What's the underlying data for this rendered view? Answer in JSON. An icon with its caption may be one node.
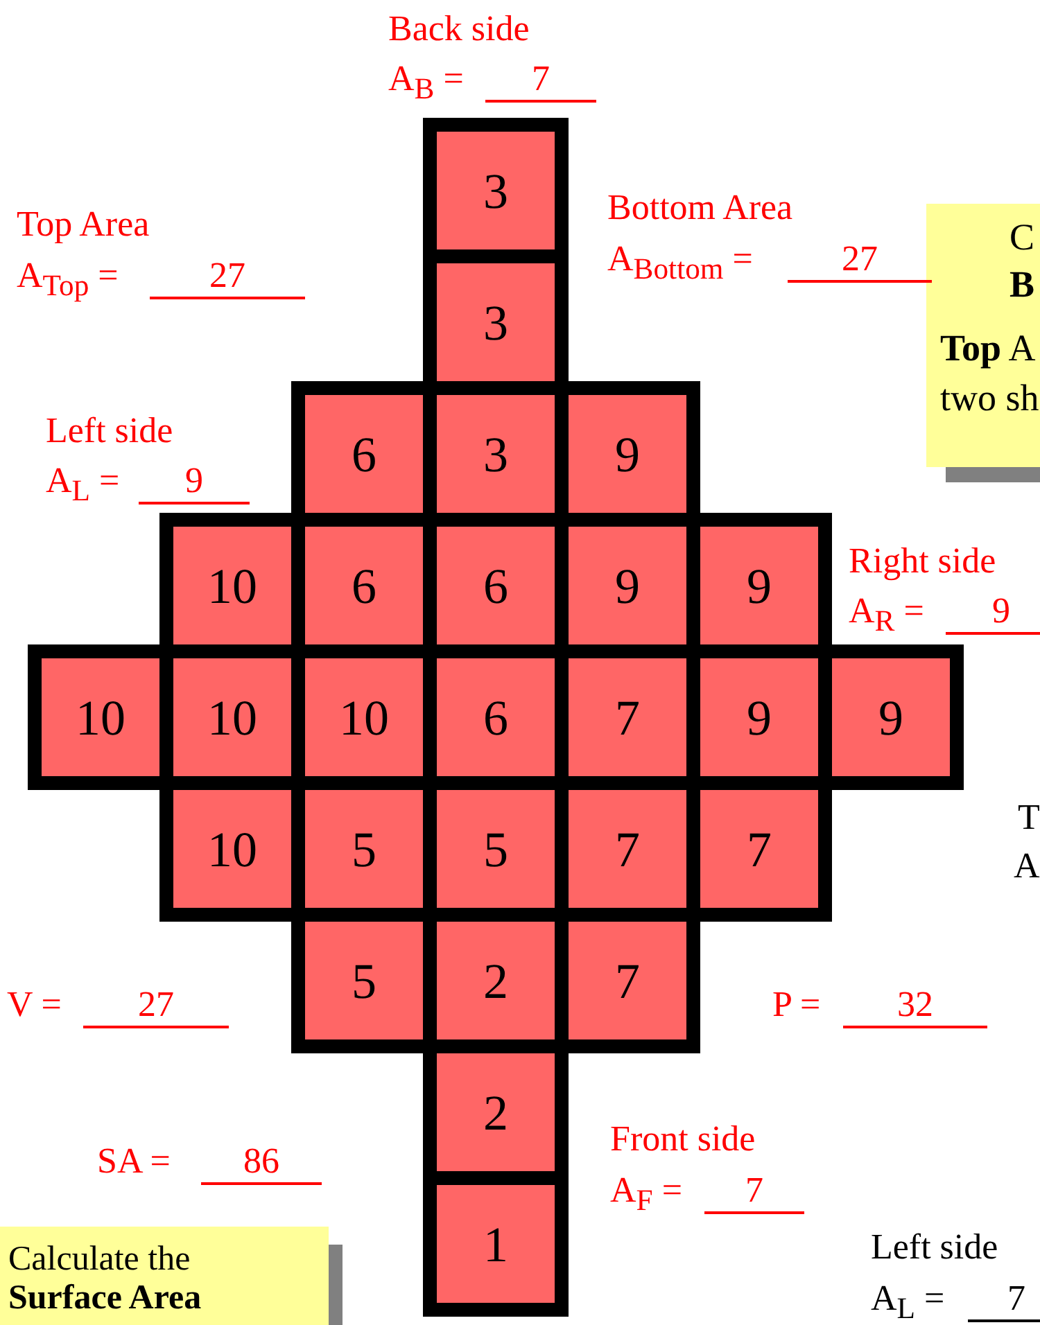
{
  "diagram": {
    "nodes": [
      {
        "text": [
          "3"
        ]
      },
      {
        "text": [
          "3"
        ]
      },
      {
        "text": [
          "6"
        ]
      },
      {
        "text": [
          "3"
        ]
      },
      {
        "text": [
          "9"
        ]
      },
      {
        "text": [
          "10"
        ]
      },
      {
        "text": [
          "6"
        ]
      },
      {
        "text": [
          "6"
        ]
      },
      {
        "text": [
          "9"
        ]
      },
      {
        "text": [
          "9"
        ]
      },
      {
        "text": [
          "10"
        ]
      },
      {
        "text": [
          "10"
        ]
      },
      {
        "text": [
          "10"
        ]
      },
      {
        "text": [
          "6"
        ]
      },
      {
        "text": [
          "7"
        ]
      },
      {
        "text": [
          "9"
        ]
      },
      {
        "text": [
          "9"
        ]
      },
      {
        "text": [
          "10"
        ]
      },
      {
        "text": [
          "5"
        ]
      },
      {
        "text": [
          "5"
        ]
      },
      {
        "text": [
          "7"
        ]
      },
      {
        "text": [
          "7"
        ]
      },
      {
        "text": [
          "5"
        ]
      },
      {
        "text": [
          "2"
        ]
      },
      {
        "text": [
          "7"
        ]
      },
      {
        "text": [
          "2"
        ]
      },
      {
        "text": [
          "1"
        ]
      },
      {
        "text": [
          "C",
          "**B**",
          "**Top** A",
          "two sh"
        ]
      },
      {
        "text": [
          "Calculate the **Surface Area**"
        ]
      }
    ],
    "labels": [
      "Back side",
      "A$_{B}$ =",
      "7",
      "Top Area",
      "A$_{Top}$ =",
      "27",
      "Bottom Area",
      "A$_{Bottom}$ =",
      "27",
      "Left side",
      "A$_{L}$ =",
      "9",
      "Right side",
      "A$_{R}$ =",
      "9",
      "V =",
      "27",
      "P =",
      "32",
      "SA =",
      "86",
      "Front side",
      "A$_{F}$ =",
      "7",
      "Left side",
      "A$_{L}$ =",
      "7",
      "T",
      "A"
    ]
  }
}
